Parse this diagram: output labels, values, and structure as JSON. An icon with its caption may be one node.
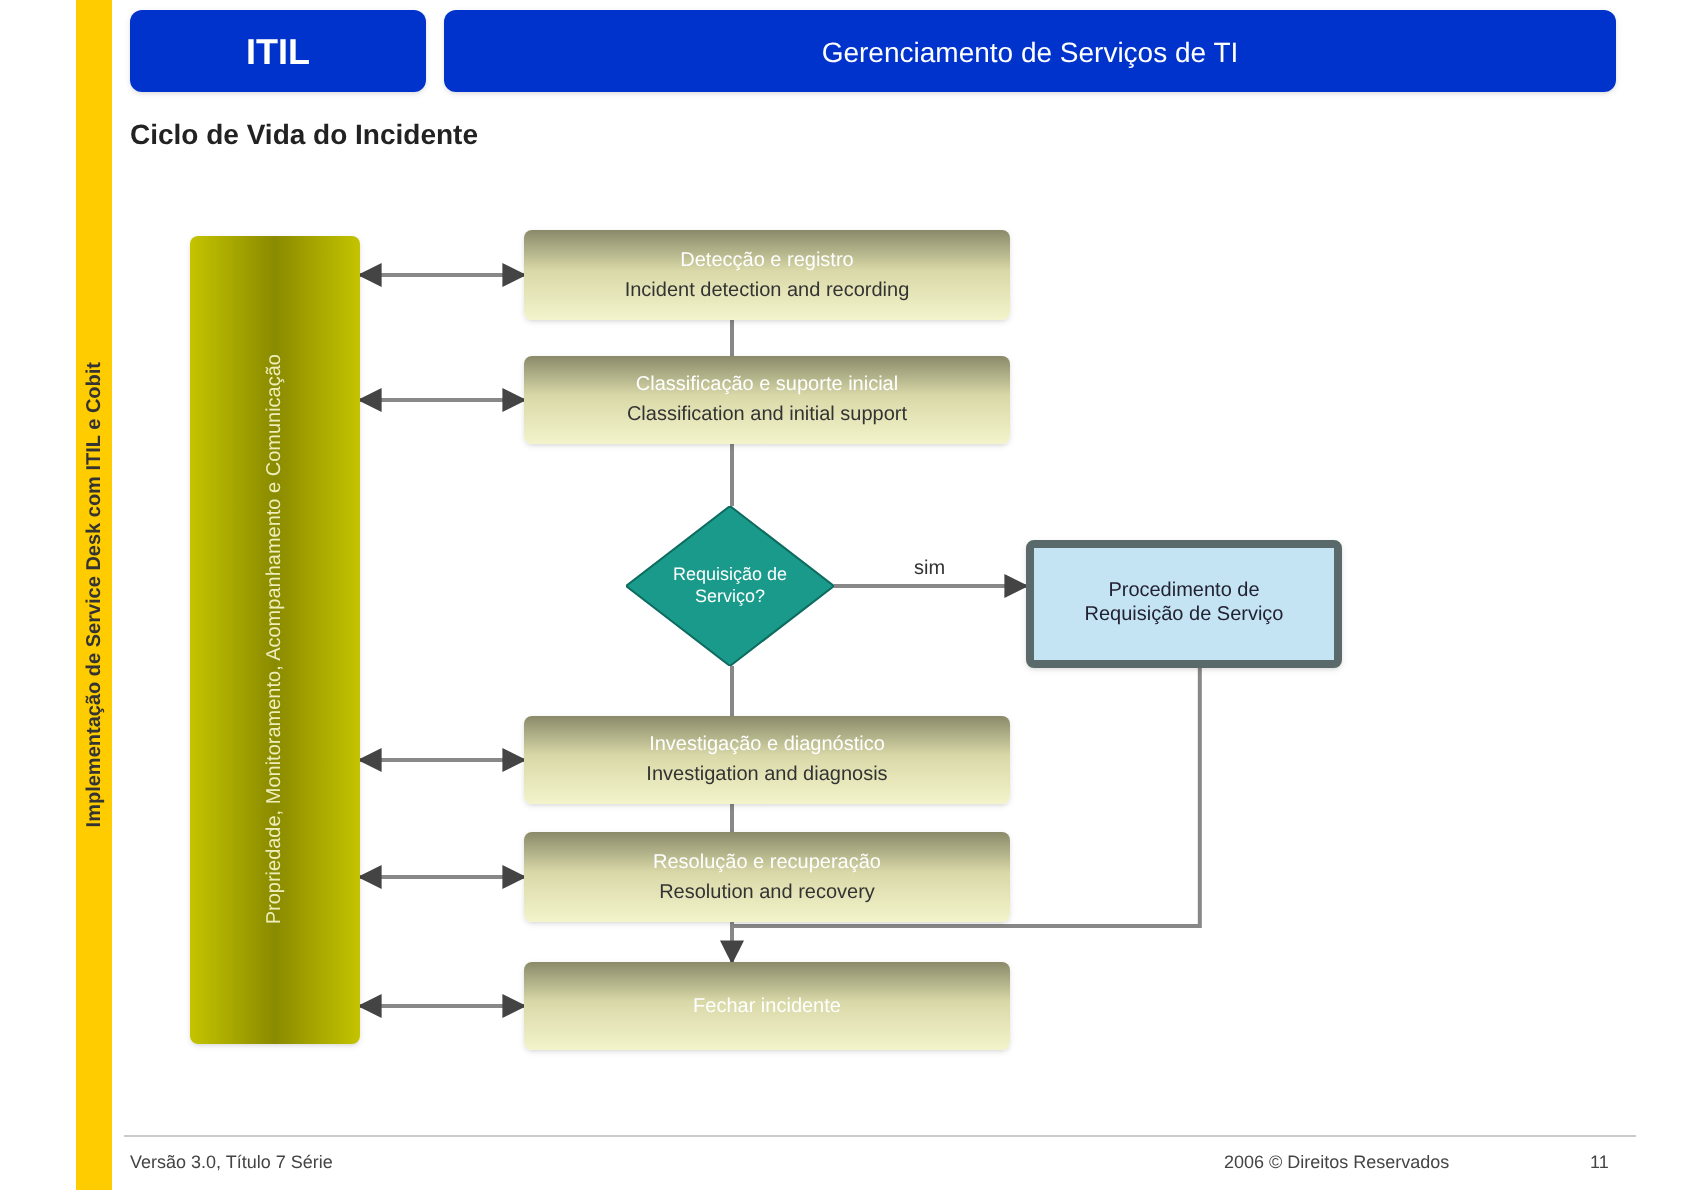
{
  "diagram": {
    "title": "Ciclo de Vida do Incidente",
    "nodes": [
      {
        "text": [
          "ITIL"
        ]
      },
      {
        "text": [
          "Gerenciamento de Serviços de TI"
        ]
      },
      {
        "text": [
          "Implementação de Service Desk com ITIL e Cobit"
        ]
      },
      {
        "text": [
          "Propriedade, Monitoramento, Acompanhamento e Comunicação"
        ]
      },
      {
        "text": [
          "Detecção e registro",
          "Incident detection and recording"
        ]
      },
      {
        "text": [
          "Classificação e suporte inicial",
          "Classification and initial support"
        ]
      },
      {
        "text": [
          "Requisição de Serviço?"
        ]
      },
      {
        "text": [
          "Procedimento de Requisição de Serviço"
        ]
      },
      {
        "text": [
          "Investigação e diagnóstico",
          "Investigation and diagnosis"
        ]
      },
      {
        "text": [
          "Resolução e recuperação",
          "Resolution and recovery"
        ]
      },
      {
        "text": [
          "Fechar incidente"
        ]
      }
    ],
    "edges": [
      {
        "from": 3,
        "to": 4,
        "arrow": "both"
      },
      {
        "from": 3,
        "to": 5,
        "arrow": "both"
      },
      {
        "from": 3,
        "to": 8,
        "arrow": "both"
      },
      {
        "from": 3,
        "to": 9,
        "arrow": "both"
      },
      {
        "from": 3,
        "to": 10,
        "arrow": "both"
      },
      {
        "from": 4,
        "to": 5,
        "arrow": "none"
      },
      {
        "from": 5,
        "to": 6,
        "arrow": "none"
      },
      {
        "from": 6,
        "to": 7,
        "arrow": "to",
        "label": "sim"
      },
      {
        "from": 6,
        "to": 8,
        "arrow": "none"
      },
      {
        "from": 8,
        "to": 9,
        "arrow": "none"
      },
      {
        "from": 9,
        "to": 10,
        "arrow": "none"
      },
      {
        "from": 7,
        "to": 10,
        "arrow": "to"
      }
    ],
    "labels": [
      "Versão 3.0, Título 7 Série",
      "2006 © Direitos Reservados",
      "11"
    ]
  }
}
